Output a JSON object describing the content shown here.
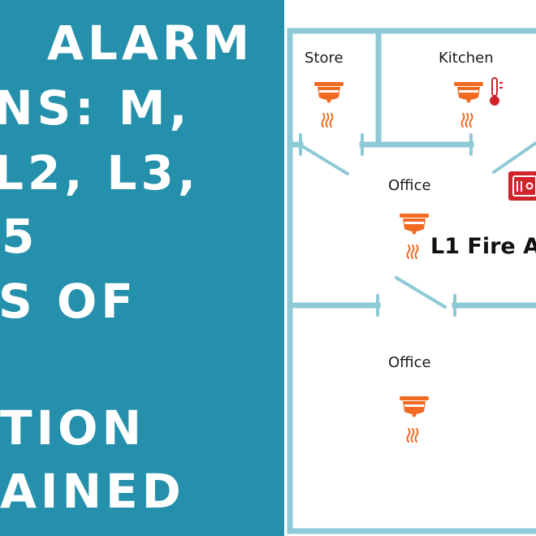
{
  "headline": {
    "lines": [
      "ALARM",
      "NS: M,",
      "L2, L3,",
      "5",
      "S OF",
      "TION",
      "AINED"
    ]
  },
  "floor_plan": {
    "rooms": {
      "store": "Store",
      "kitchen": "Kitchen",
      "office_upper": "Office",
      "office_lower": "Office"
    },
    "system_label": "L1 Fire A"
  },
  "colors": {
    "panel_bg": "#2490ab",
    "wall": "#8ec9d6",
    "detector": "#f26a21",
    "alarm_panel": "#d0232a"
  },
  "icons": [
    "smoke-detector-icon",
    "heat-icon",
    "thermometer-icon",
    "fire-alarm-panel-icon"
  ]
}
